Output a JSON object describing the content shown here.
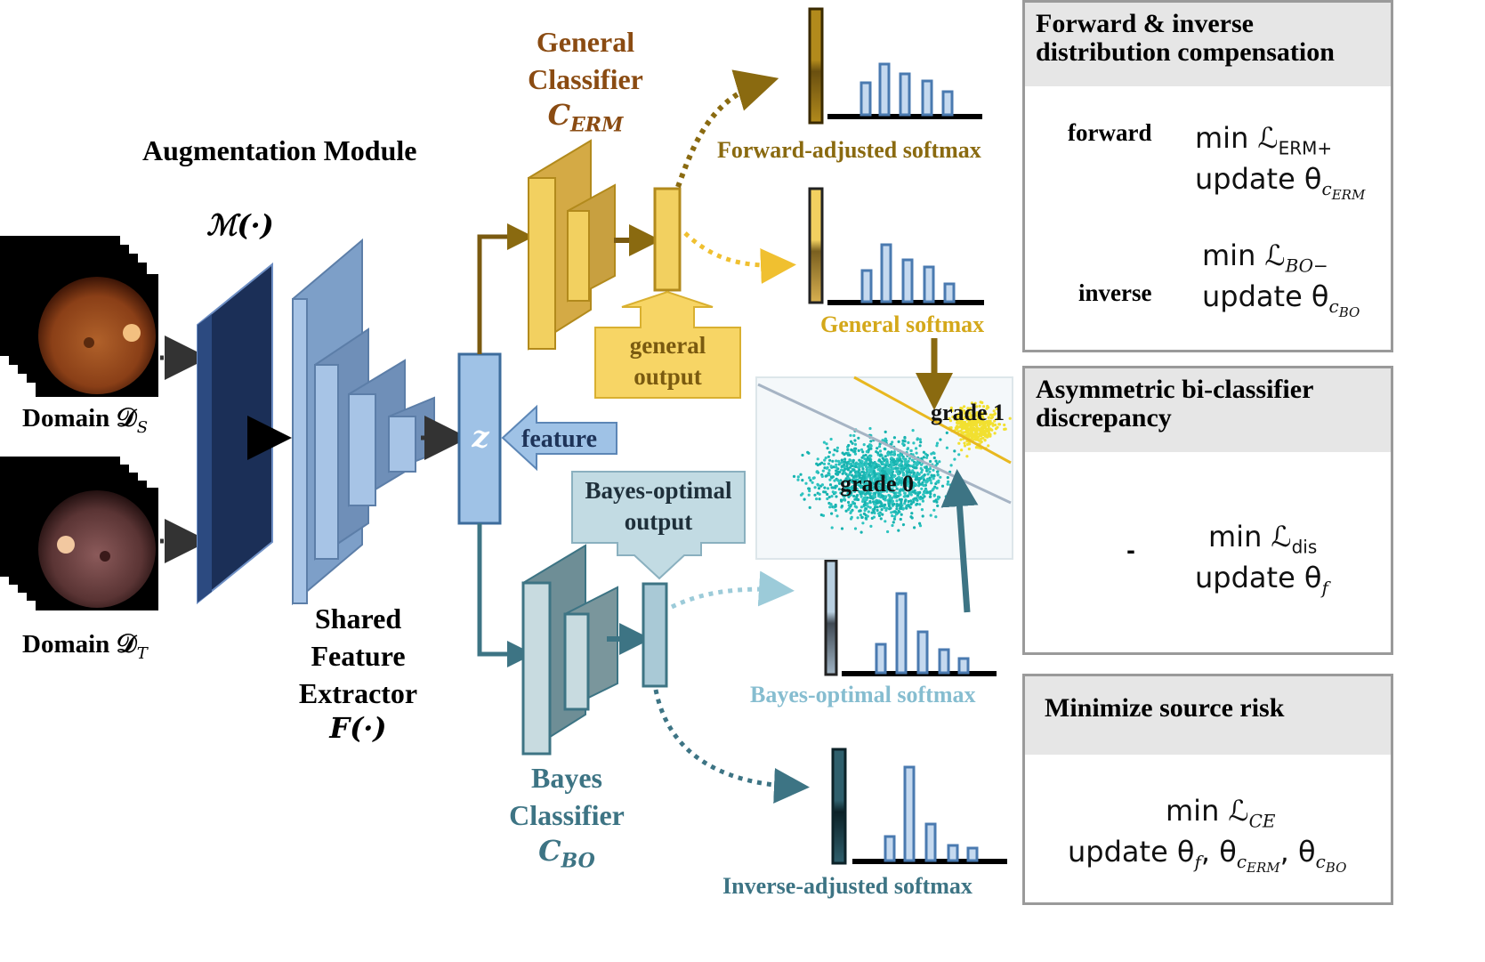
{
  "augmentation": {
    "title": "Augmentation Module",
    "symbol": "ℳ(·)"
  },
  "domains": {
    "source_label": "Domain 𝒟",
    "source_sub": "S",
    "target_label": "Domain 𝒟",
    "target_sub": "T"
  },
  "extractor": {
    "line1": "Shared",
    "line2": "Feature",
    "line3": "Extractor",
    "symbol": "F(·)"
  },
  "z_label": "z",
  "feature_label": "feature",
  "general_classifier": {
    "line1": "General",
    "line2": "Classifier",
    "symbol": "C",
    "sub": "ERM"
  },
  "bayes_classifier": {
    "line1": "Bayes",
    "line2": "Classifier",
    "symbol": "C",
    "sub": "BO"
  },
  "general_output": {
    "line1": "general",
    "line2": "output"
  },
  "bayes_output": {
    "line1": "Bayes-optimal",
    "line2": "output"
  },
  "softmax_labels": {
    "forward": "Forward-adjusted softmax",
    "general": "General softmax",
    "bayes": "Bayes-optimal softmax",
    "inverse": "Inverse-adjusted softmax"
  },
  "scatter": {
    "grade1": "grade 1",
    "grade0": "grade 0"
  },
  "panel_forward_inverse": {
    "title_line1": "Forward & inverse",
    "title_line2": "distribution compensation",
    "forward_word": "forward",
    "inverse_word": "inverse",
    "eq1a": "min ℒ",
    "eq1a_sub": "ERM+",
    "eq1b": "update θ",
    "eq1b_sub": "c",
    "eq1b_subsub": "ERM",
    "eq2a": "min ℒ",
    "eq2a_sub": "BO−",
    "eq2b": "update θ",
    "eq2b_sub": "c",
    "eq2b_subsub": "BO"
  },
  "panel_discrepancy": {
    "title_line1": "Asymmetric bi-classifier",
    "title_line2": "discrepancy",
    "minus": "-",
    "eq_a": "min ℒ",
    "eq_a_sub": "dis",
    "eq_b": "update  θ",
    "eq_b_sub": "f"
  },
  "panel_source_risk": {
    "title": "Minimize source risk",
    "eq_a": "min ℒ",
    "eq_a_sub": "CE",
    "eq_b": "update θ",
    "eq_b_parts": [
      "f",
      "c",
      "ERM",
      "c",
      "BO"
    ]
  },
  "colors": {
    "erm_gold": "#e8c04a",
    "erm_dark": "#b28a1c",
    "erm_text": "#8a4b12",
    "general_text": "#c8a01a",
    "forward_text": "#8a6a10",
    "bo_teal": "#3d7484",
    "bo_light": "#a9c9d6",
    "bayes_text_light": "#7fb8cf",
    "extractor_blue": "#8fb3dc",
    "aug_navy": "#1b2f57"
  }
}
